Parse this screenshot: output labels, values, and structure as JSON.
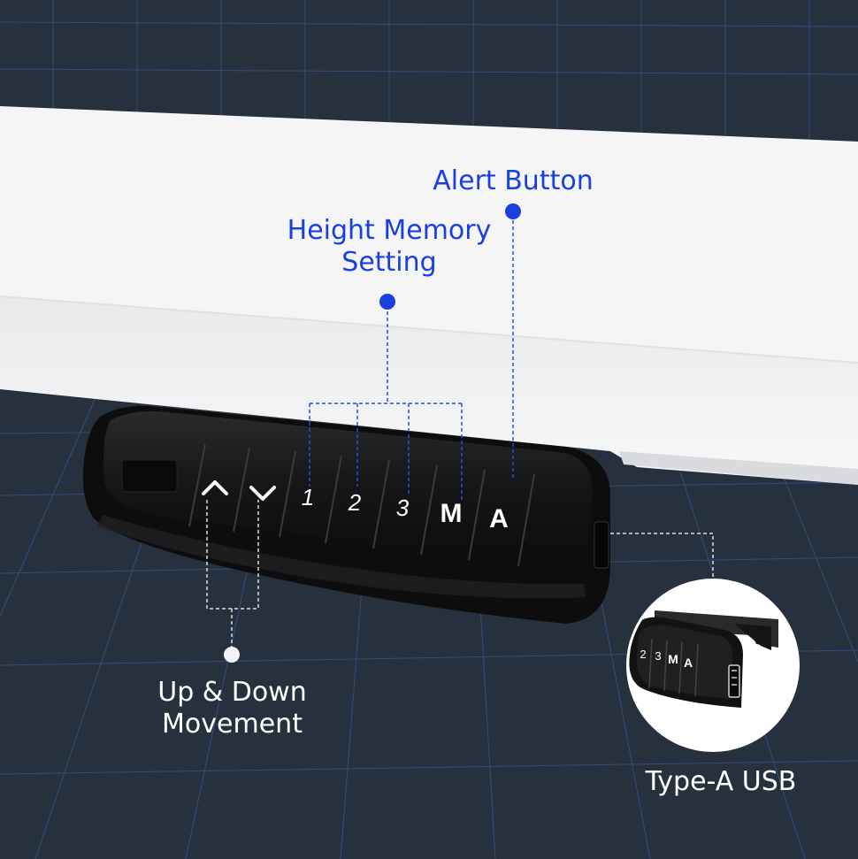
{
  "colors": {
    "background": "#27313d",
    "grid": "#3c63b8",
    "desk": "#f3f4f5",
    "controller": "#141414",
    "label_accent": "#1a3fe0",
    "label_light": "#ffffff"
  },
  "callouts": {
    "alert": "Alert Button",
    "memory_line1": "Height Memory",
    "memory_line2": "Setting",
    "updown_line1": "Up & Down",
    "updown_line2": "Movement",
    "usb": "Type-A USB"
  },
  "controller": {
    "keys": [
      "1",
      "2",
      "3",
      "M",
      "A"
    ],
    "arrow_icons": [
      "chevron-up-icon",
      "chevron-down-icon"
    ]
  },
  "inset": {
    "keys": [
      "2",
      "3",
      "M",
      "A"
    ]
  }
}
